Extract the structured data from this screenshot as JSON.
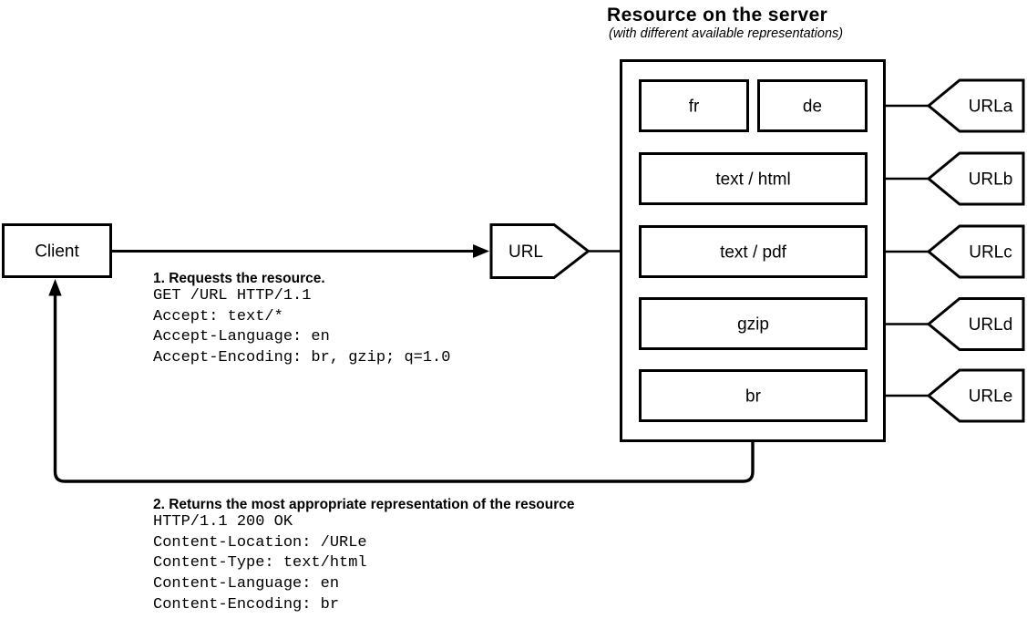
{
  "colors": {
    "ink": "#000000",
    "background": "#ffffff"
  },
  "header": {
    "title": "Resource on the server",
    "subtitle": "(with different available representations)"
  },
  "client": {
    "label": "Client"
  },
  "request_node": {
    "label": "URL"
  },
  "server": {
    "boxes": [
      "fr",
      "de",
      "text / html",
      "text / pdf",
      "gzip",
      "br"
    ]
  },
  "tags": [
    "URLa",
    "URLb",
    "URLc",
    "URLd",
    "URLe"
  ],
  "request": {
    "step_label": "1. Requests the resource.",
    "lines": [
      "GET /URL HTTP/1.1",
      "Accept: text/*",
      "Accept-Language: en",
      "Accept-Encoding: br, gzip; q=1.0"
    ]
  },
  "response": {
    "step_label": "2. Returns the most appropriate representation of the resource",
    "lines": [
      "HTTP/1.1 200 OK",
      "Content-Location: /URLe",
      "Content-Type: text/html",
      "Content-Language: en",
      "Content-Encoding: br"
    ]
  }
}
